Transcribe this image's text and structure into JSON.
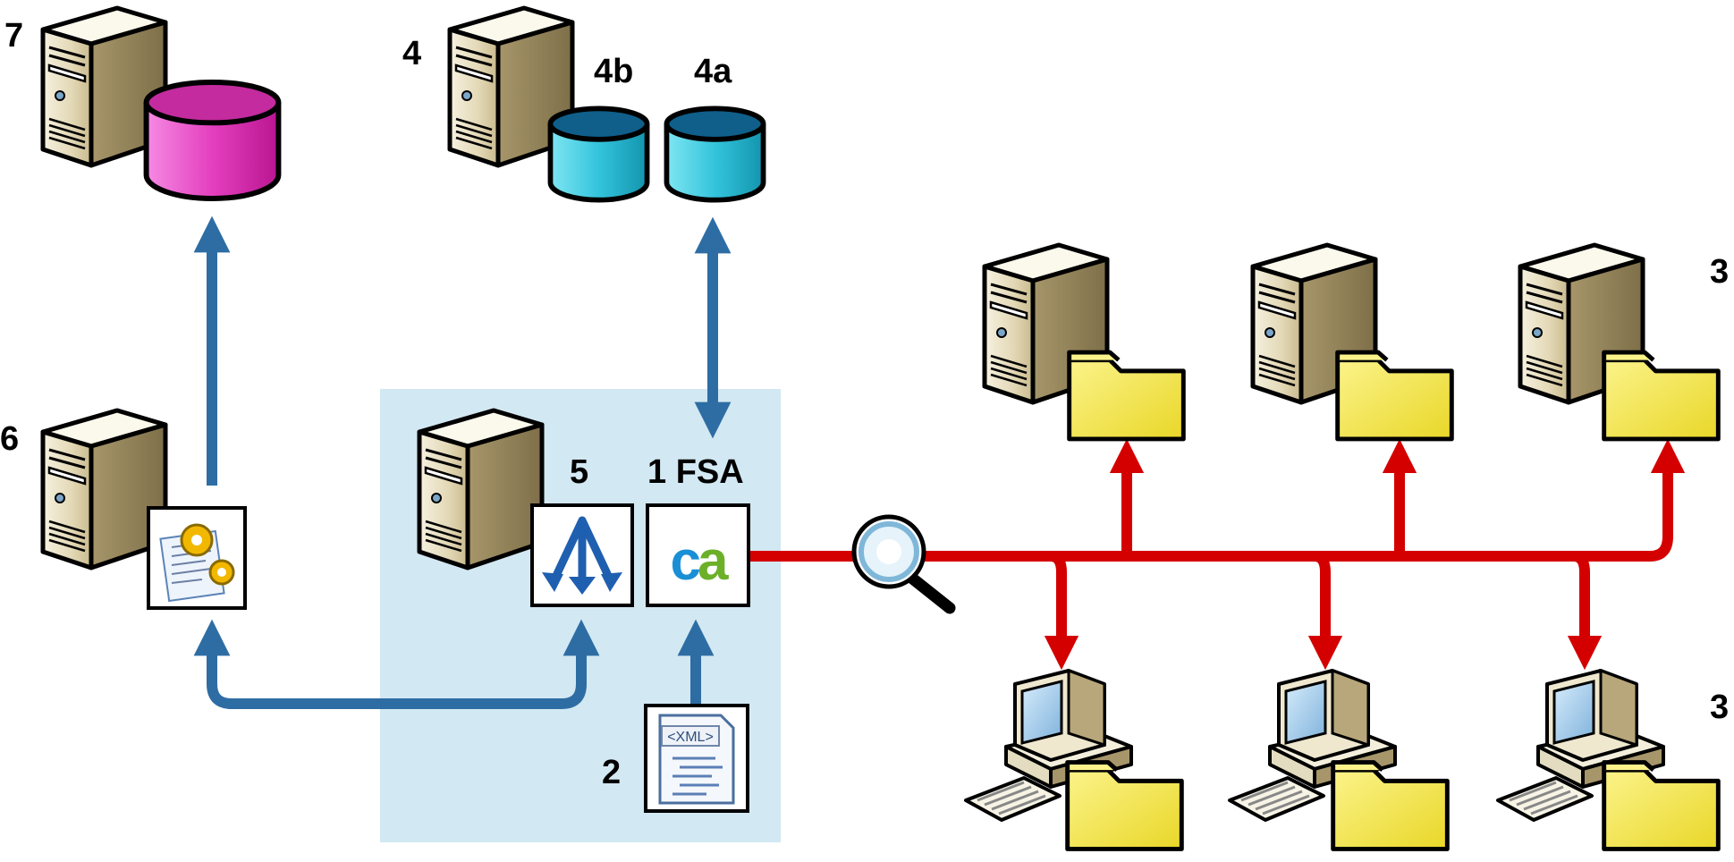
{
  "labels": {
    "n7": "7",
    "n6": "6",
    "n4": "4",
    "n4b": "4b",
    "n4a": "4a",
    "n5": "5",
    "n1": "1 FSA",
    "n2": "2",
    "n3_servers": "3",
    "n3_clients": "3"
  },
  "badge_texts": {
    "ca_logo": "ca",
    "xml_tag": "<XML>"
  },
  "colors": {
    "blue_arrow": "#2e6da4",
    "red_line": "#d40000",
    "group_fill": "#d2e8f2",
    "db_magenta": "#e030b8",
    "db_cyan": "#33c4dc",
    "folder_yellow": "#f2e43a"
  },
  "icons": {
    "server": "server-tower-icon",
    "database_7": "database-icon",
    "database_4b": "database-icon",
    "database_4a": "database-icon",
    "folder": "folder-icon",
    "workstation": "desktop-computer-icon",
    "magnifier": "magnifying-glass-icon",
    "gears_doc": "document-gears-icon",
    "merge": "merge-arrows-icon",
    "xml_doc": "xml-document-icon",
    "ca_logo": "ca-logo-icon"
  }
}
